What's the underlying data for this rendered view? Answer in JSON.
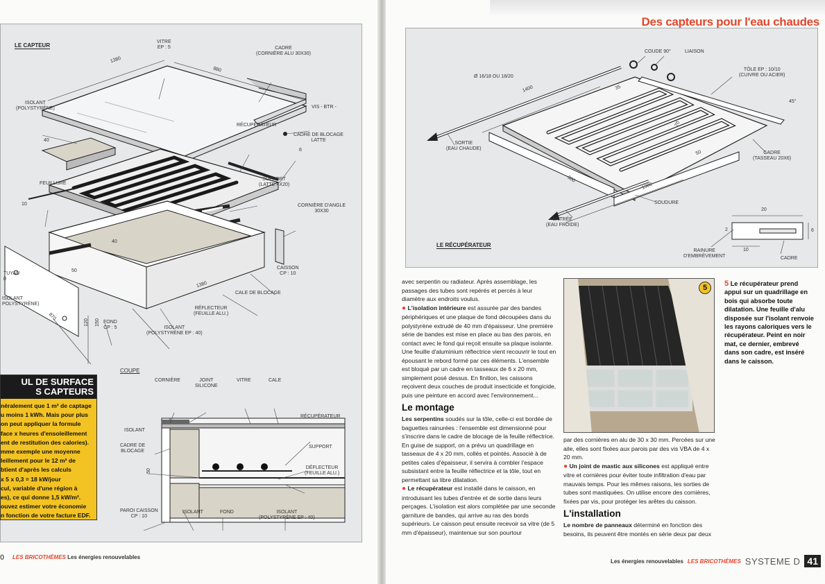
{
  "left_page": {
    "capteur_title": "LE CAPTEUR",
    "labels": {
      "vitre": "VITRE",
      "vitre_ep": "EP : 5",
      "cadre": "CADRE",
      "cadre_sub": "(CORNIÈRE ALU 30x30)",
      "dim_1380": "1380",
      "dim_880": "880",
      "isolant": "ISOLANT",
      "isolant_sub": "(POLYSTYRÈNE)",
      "vis_btr": "VIS - BTR -",
      "recuperateur": "RÉCUPÉRATEUR",
      "cadre_blocage": "CADRE DE BLOCAGE",
      "latte": "LATTE",
      "dim_6": "6",
      "dim_40": "40",
      "feuillure": "FEUILLURE",
      "support": "SUPPORT",
      "support_sub": "(LATTE 4x20)",
      "corniere_angle": "CORNIÈRE D'ANGLE",
      "corniere_dim": "30x30",
      "dim_10": "10",
      "dim_40b": "40",
      "dim_50": "50",
      "tuyau": "TUYAU",
      "tuyau_sub": "0",
      "isolant2": "ISOLANT",
      "isolant2_sub": "POLYSTYRÈNE)",
      "caisson": "CAISSON",
      "caisson_ep": "CP : 10",
      "cale_blocage": "CALE DE BLOCAGE",
      "dim_1380b": "1380",
      "reflecteur": "RÉFLECTEUR",
      "reflecteur_sub": "(FEUILLE ALU.)",
      "dim_870": "870",
      "fond": "FOND",
      "fond_ep": "CP : 5",
      "isolant3": "ISOLANT",
      "isolant3_sub": "(POLYSTYRÈNE EP : 40)",
      "dim_120": "120",
      "dim_150": "150"
    },
    "coupe_title": "COUPE",
    "coupe": {
      "corniere": "CORNIÈRE",
      "joint": "JOINT",
      "joint_sub": "SILICONE",
      "vitre": "VITRE",
      "cale": "CALE",
      "recuperateur": "RÉCUPÉRATEUR",
      "isolant": "ISOLANT",
      "cadre_blocage": "CADRE DE",
      "cadre_blocage2": "BLOCAGE",
      "support": "SUPPORT",
      "dim_50": "50",
      "deflecteur": "DÉFLECTEUR",
      "deflecteur_sub": "(FEUILLE ALU.)",
      "paroi": "PAROI CAISSON",
      "paroi_ep": "CP : 10",
      "isolant2": "ISOLANT",
      "fond": "FOND",
      "isolant3": "ISOLANT",
      "isolant3_sub": "(POLYSTYRÈNE EP : 40)"
    },
    "callout": {
      "title_line1": "UL DE SURFACE",
      "title_line2": "S CAPTEURS",
      "lines": [
        "néralement que 1 m² de captage",
        "u moins 1 kWh. Mais pour plus",
        "on peut appliquer la formule",
        "face x heures d'ensoleillement",
        "ent de restitution des calories).",
        "mme exemple une moyenne",
        "leillement pour le 12  m² de",
        "btient d'après les calculs",
        " x 5 x 0,3 = 18 kW/jour",
        "cul, variable d'une région à",
        "es), ce qui donne 1,5 kW/m².",
        "ouvez estimer votre économie",
        "n fonction de votre facture EDF."
      ]
    },
    "footer": {
      "page_number": "0",
      "brand": "LES BRICOTHÈMES",
      "subtitle": "Les énergies renouvelables"
    }
  },
  "right_page": {
    "header_title": "Des capteurs pour l'eau chaudes",
    "recuperateur_title": "LE RÉCUPÉRATEUR",
    "labels": {
      "coude": "COUDE 90°",
      "liaison": "LIAISON",
      "diametre": "Ø 16/18 OU 18/20",
      "dim_1400": "1400",
      "tole": "TÔLE EP : 10/10",
      "tole_sub": "(CUIVRE OU ACIER)",
      "dim_45": "45°",
      "dim_35": "35",
      "dim_70": "70",
      "dim_50": "50",
      "sortie": "SORTIE",
      "sortie_sub": "(EAU CHAUDE)",
      "cadre": "CADRE",
      "cadre_sub": "(TASSEAU 20x6)",
      "dim_800": "800",
      "dim_1300": "1300",
      "soudure": "SOUDURE",
      "entree": "ENTRÉE",
      "entree_sub": "(EAU FROIDE)",
      "dim_20": "20",
      "dim_2": "2",
      "dim_6": "6",
      "dim_10": "10",
      "rainure": "RAINURE",
      "rainure_sub": "D'EMBRÈVEMENT",
      "cadre2": "CADRE"
    },
    "body": {
      "p1": "avec serpentin ou radiateur. Après assemblage, les passages des tubes sont repérés et percés à leur diamètre aux endroits voulus.",
      "p2_bold": "L'isolation intérieure",
      "p2": " est assurée par des bandes périphériques et une plaque de fond découpées dans du polystyrène extrudé de 40 mm d'épaisseur. Une première série de bandes est mise en place au bas des parois, en contact avec le fond qui reçoit ensuite sa plaque isolante. Une feuille d'aluminium réflectrice vient recouvrir le tout en épousant le rebord formé par ces éléments. L'ensemble est bloqué par un cadre en tasseaux de 6 x 20 mm, simplement posé dessus. En finition, les caissons reçoivent deux couches de produit insecticide et fongicide, puis une peinture en accord avec l'environnement...",
      "h_montage": "Le montage",
      "p3_bold": "Les serpentins",
      "p3": " soudés sur la tôle, celle-ci est bordée de baguettes rainurées : l'ensemble est dimensionné pour s'inscrire dans le cadre de blocage de la feuille réflectrice. En guise de support, on a prévu un quadrillage en tasseaux de 4 x 20 mm, collés et pointés. Associé à de petites cales d'épaisseur, il servira à combler l'espace subsistant entre la feuille réflectrice et la tôle, tout en permettant sa libre dilatation.",
      "p4_bold": "Le récupérateur",
      "p4": " est installé dans le caisson, en introduisant les tubes d'entrée et de sortie dans leurs perçages. L'isolation est alors complétée par une seconde garniture de bandes, qui arrive au ras des bords supérieurs. Le caisson peut ensuite recevoir sa vitre (de 5 mm d'épaisseur), maintenue sur son pourtour",
      "p5": "par des cornières en alu de 30 x 30 mm. Percées sur une aile, elles sont fixées aux parois par des vis VBA de 4 x 20 mm.",
      "p6_bold": "Un joint de mastic aux silicones",
      "p6": " est appliqué entre vitre et cornières pour éviter toute infiltration d'eau par mauvais temps. Pour les mêmes raisons, les sorties de tubes sont mastiquées. On utilise encore des cornières, fixées par vis, pour protéger les arêtes du caisson.",
      "h_installation": "L'installation",
      "p7_bold": "Le nombre de panneaux",
      "p7": " déterminé en fonction des besoins, ils peuvent être montés en série deux par deux"
    },
    "photo_badge": "5",
    "caption": {
      "number": "5",
      "text": "Le récupérateur prend appui sur un quadrillage en bois qui absorbe toute dilatation. Une feuille d'alu disposée sur l'isolant renvoie les rayons caloriques vers le récupérateur. Peint en noir mat, ce dernier, embrevé dans son cadre, est inséré dans le caisson."
    },
    "footer": {
      "subtitle": "Les énergies renouvelables",
      "brand": "LES BRICOTHÈMES",
      "magazine": "SYSTEME D",
      "page_number": "41"
    }
  }
}
